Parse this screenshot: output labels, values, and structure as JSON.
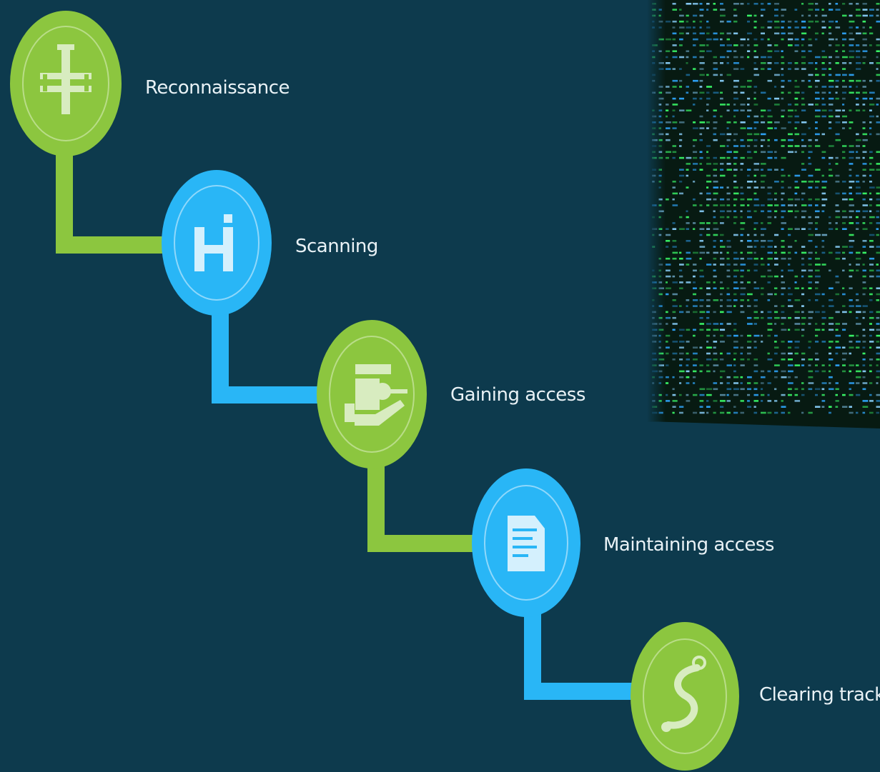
{
  "diagram": {
    "steps": [
      {
        "label": "Reconnaissance",
        "color": "#8cc63f",
        "icon": "tower-icon"
      },
      {
        "label": "Scanning",
        "color": "#29b6f6",
        "icon": "scan-icon"
      },
      {
        "label": "Gaining access",
        "color": "#8cc63f",
        "icon": "key-card-icon"
      },
      {
        "label": "Maintaining access",
        "color": "#29b6f6",
        "icon": "document-icon"
      },
      {
        "label": "Clearing track",
        "color": "#8cc63f",
        "icon": "path-icon"
      }
    ],
    "background_color": "#0d3a4d",
    "code_panel_colors": [
      "#3cff6a",
      "#2fa7ff",
      "#8cd3ff"
    ]
  }
}
